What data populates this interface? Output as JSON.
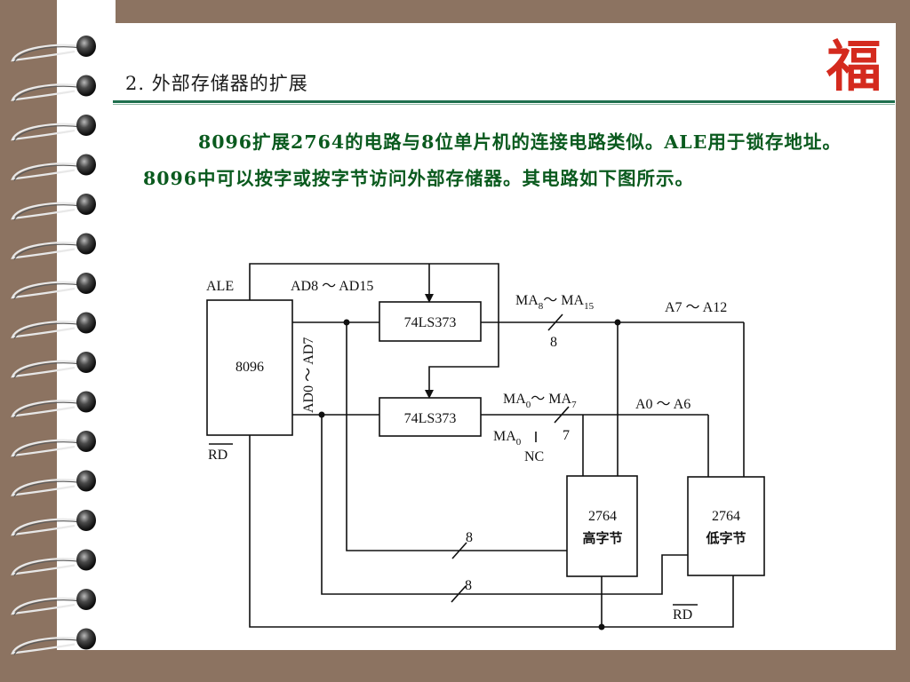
{
  "heading": "2. 外部存储器的扩展",
  "seal_char": "福",
  "body_text": "8096扩展2764的电路与8位单片机的连接电路类似。ALE用于锁存地址。8096中可以按字或按字节访问外部存储器。其电路如下图所示。",
  "diagram": {
    "ale": "ALE",
    "cpu": "8096",
    "rd": "RD",
    "ad_high": "AD8 ～ AD15",
    "ad_low": "AD0 ～ AD7",
    "latch_high": "74LS373",
    "latch_low": "74LS373",
    "ma_high_a": "MA",
    "ma_high_a_sub": "8",
    "ma_high_tilde": "～ MA",
    "ma_high_b_sub": "15",
    "bus_high_width": "8",
    "addr_high": "A7 ～ A12",
    "ma_low_a": "MA",
    "ma_low_a_sub": "0",
    "ma_low_tilde": "～ MA",
    "ma_low_b_sub": "7",
    "bus_low_width": "7",
    "addr_low": "A0 ～ A6",
    "ma0": "MA",
    "ma0_sub": "0",
    "nc": "NC",
    "mem_high_chip": "2764",
    "mem_high_role": "高字节",
    "mem_low_chip": "2764",
    "mem_low_role": "低字节",
    "data_bus_high_width": "8",
    "data_bus_low_width": "8",
    "rd_bottom": "RD"
  }
}
